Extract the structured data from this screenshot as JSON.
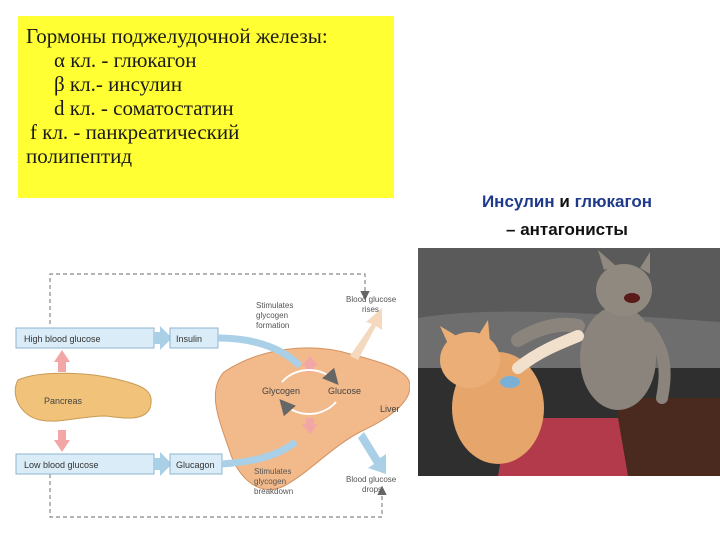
{
  "hormones_box": {
    "title": "Гормоны поджелудочной железы:",
    "alpha": "α  кл. - глюкагон",
    "beta": "β кл.- инсулин",
    "delta": "d  кл. - соматостатин",
    "f_line1": "f кл. - панкреатический",
    "f_line2": "полипептид"
  },
  "caption": {
    "insulin": "Инсулин",
    "and": "и",
    "glucagon": "глюкагон",
    "antagonists": "– антагонисты"
  },
  "diagram": {
    "high_blood_glucose": "High blood glucose",
    "low_blood_glucose": "Low blood glucose",
    "insulin": "Insulin",
    "glucagon": "Glucagon",
    "pancreas": "Pancreas",
    "liver": "Liver",
    "glycogen": "Glycogen",
    "glucose": "Glucose",
    "stim_formation_1": "Stimulates",
    "stim_formation_2": "glycogen",
    "stim_formation_3": "formation",
    "stim_breakdown_1": "Stimulates",
    "stim_breakdown_2": "glycogen",
    "stim_breakdown_3": "breakdown",
    "bg_rises_1": "Blood glucose",
    "bg_rises_2": "rises",
    "bg_drops_1": "Blood glucose",
    "bg_drops_2": "drops"
  },
  "colors": {
    "yellow": "#ffff33",
    "caption_blue": "#1f3a8a",
    "pancreas": "#f0c27a",
    "liver": "#f2b98a",
    "arrow_blue": "#a9d0e6",
    "arrow_pink": "#f3a6a6"
  }
}
